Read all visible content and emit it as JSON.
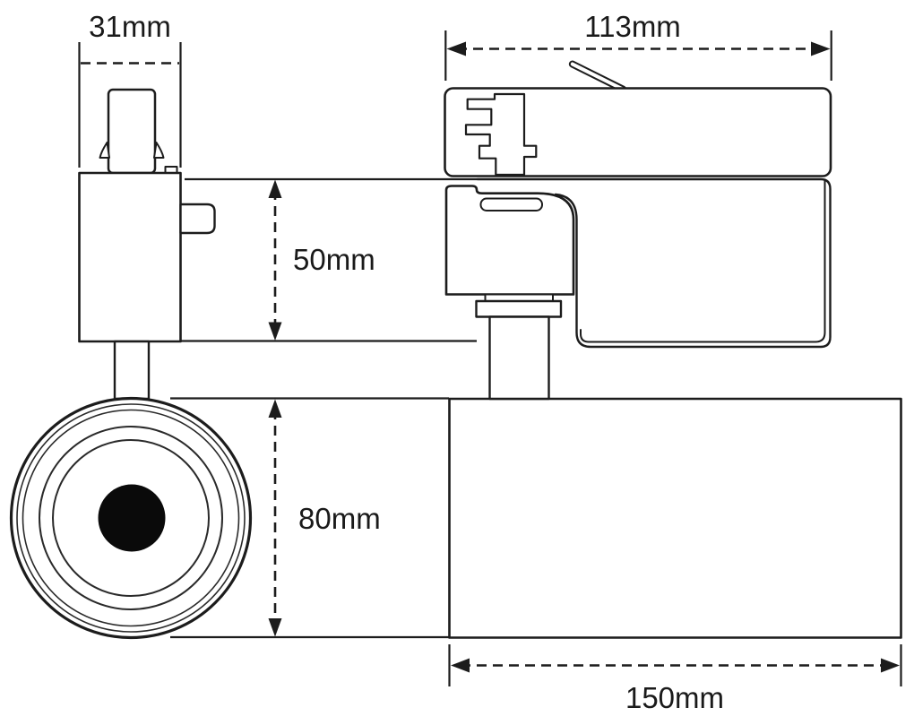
{
  "figure": {
    "kind": "technical dimension drawing",
    "background_color": "#ffffff",
    "line_color": "#1c1c1c"
  },
  "dimensions": {
    "front_width": {
      "label": "31mm",
      "value": 31
    },
    "adapter_length": {
      "label": "113mm",
      "value": 113
    },
    "body_height": {
      "label": "50mm",
      "value": 50
    },
    "head_diameter": {
      "label": "80mm",
      "value": 80
    },
    "head_length": {
      "label": "150mm",
      "value": 150
    }
  }
}
